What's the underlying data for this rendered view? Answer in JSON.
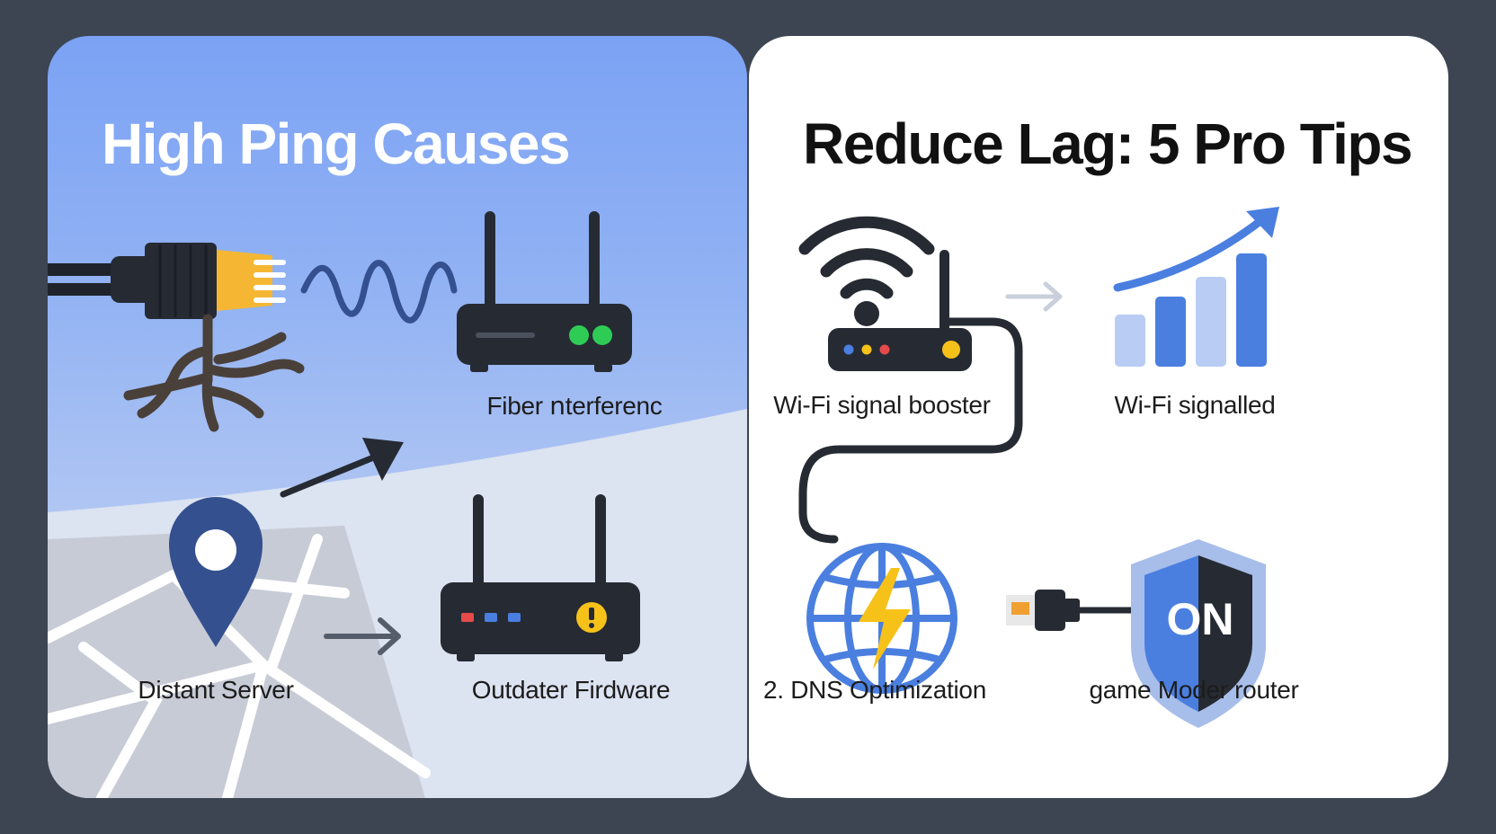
{
  "left_panel": {
    "title": "High Ping Causes",
    "items": [
      {
        "label": "Fiber ոterferenc",
        "icon": "cable-roots-wave-router-icon"
      },
      {
        "label": "Distant Server",
        "icon": "map-pin-icon"
      },
      {
        "label": "Outdater Firdware",
        "icon": "router-warning-icon"
      }
    ]
  },
  "right_panel": {
    "title": "Reduce Lag: 5 Pro Tips",
    "items": [
      {
        "label": "Wi-Fi signal booster",
        "icon": "wifi-router-icon"
      },
      {
        "label": "Wi-Fi signalled",
        "icon": "signal-bars-trend-icon"
      },
      {
        "label": "2. DNS Optimization",
        "icon": "globe-lightning-icon"
      },
      {
        "label": "game Moder router",
        "icon": "ethernet-shield-icon"
      }
    ],
    "shield_text": "ON"
  },
  "colors": {
    "background": "#3d4552",
    "accent_blue": "#4a7fe0",
    "dark": "#262b33",
    "green_led": "#2ecc55",
    "warning": "#f6c21a"
  }
}
